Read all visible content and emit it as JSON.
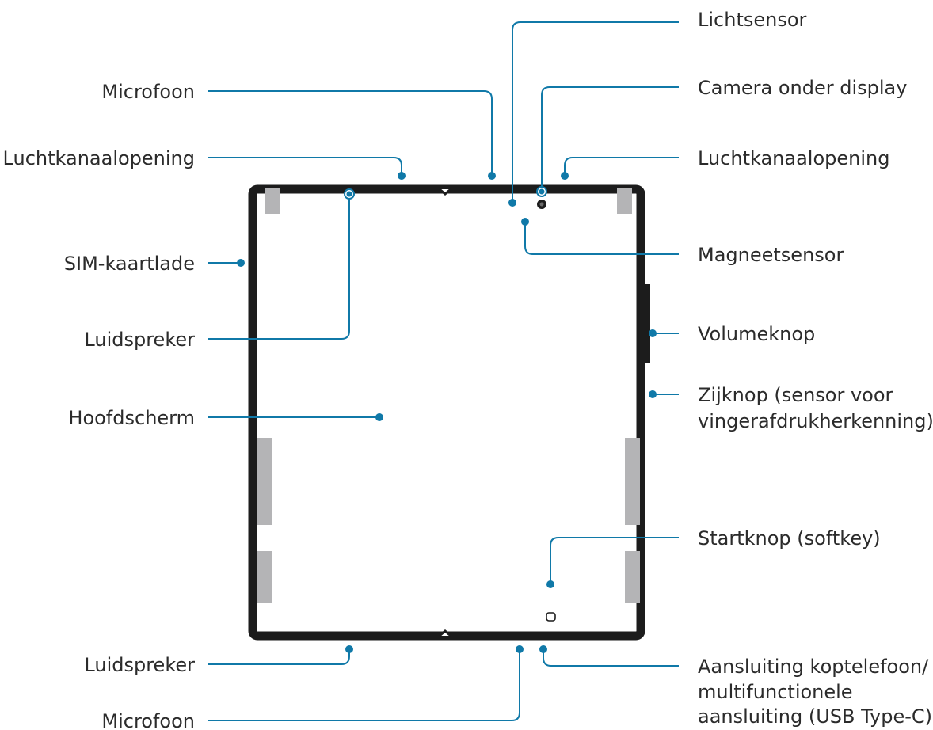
{
  "colors": {
    "leader": "#1079a8",
    "frame": "#1c1c1c",
    "hinge": "#b4b4b6",
    "text": "#2b2b2b"
  },
  "labels": {
    "lichtsensor": "Lichtsensor",
    "microfoon_top": "Microfoon",
    "camera": "Camera onder display",
    "luchtkanaal_left": "Luchtkanaalopening",
    "luchtkanaal_right": "Luchtkanaalopening",
    "sim": "SIM-kaartlade",
    "magneetsensor": "Magneetsensor",
    "luidspreker_top": "Luidspreker",
    "volumeknop": "Volumeknop",
    "zijknop_line1": "Zijknop (sensor voor",
    "zijknop_line2": "vingerafdrukherkenning)",
    "hoofdscherm": "Hoofdscherm",
    "startknop": "Startknop (softkey)",
    "luidspreker_bottom": "Luidspreker",
    "aansluiting_line1": "Aansluiting koptelefoon/",
    "aansluiting_line2": "multifunctionele",
    "aansluiting_line3": "aansluiting (USB Type-C)",
    "microfoon_bottom": "Microfoon"
  }
}
